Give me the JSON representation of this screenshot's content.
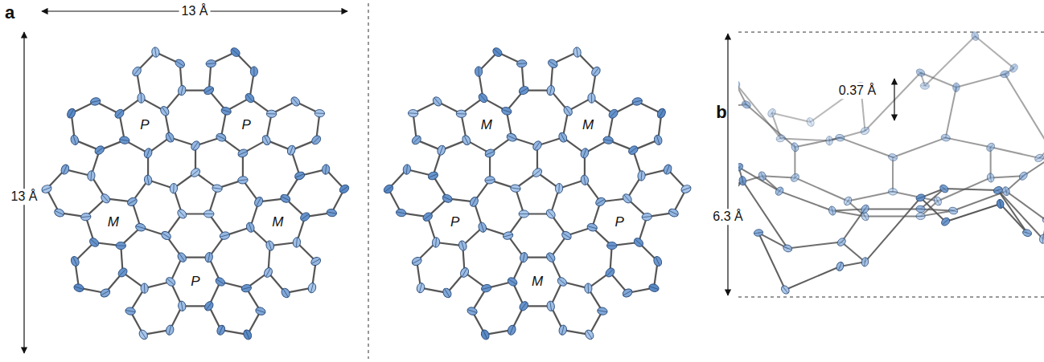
{
  "diagram": {
    "labels": [
      "a",
      "13 Å",
      "13 Å",
      "P",
      "P",
      "M",
      "M",
      "P",
      "M",
      "M",
      "P",
      "P",
      "M",
      "b",
      "6.3 Å",
      "0.37 Å"
    ]
  }
}
